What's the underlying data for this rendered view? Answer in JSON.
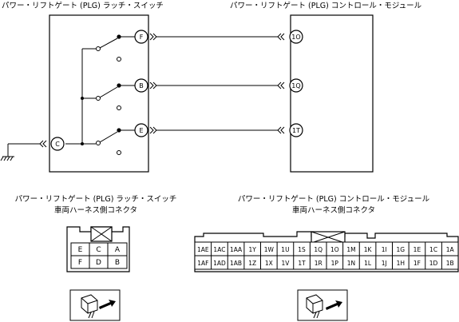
{
  "titles": {
    "switch": "パワー・リフトゲート (PLG) ラッチ・スイッチ",
    "module": "パワー・リフトゲート (PLG) コントロール・モジュール",
    "switch_conn_1": "パワー・リフトゲート (PLG) ラッチ・スイッチ",
    "switch_conn_2": "車両ハーネス側コネクタ",
    "module_conn_1": "パワー・リフトゲート (PLG) コントロール・モジュール",
    "module_conn_2": "車両ハーネス側コネクタ"
  },
  "diagram": {
    "switch_pins": [
      "F",
      "B",
      "E"
    ],
    "ground_pin": "C",
    "module_pins": [
      "1O",
      "1Q",
      "1T"
    ]
  },
  "switch_connector": {
    "row1": [
      "E",
      "C",
      "A"
    ],
    "row2": [
      "F",
      "D",
      "B"
    ]
  },
  "module_connector": {
    "row1": [
      "1AE",
      "1AC",
      "1AA",
      "1Y",
      "1W",
      "1U",
      "1S",
      "1Q",
      "1O",
      "1M",
      "1K",
      "1I",
      "1G",
      "1E",
      "1C",
      "1A"
    ],
    "row2": [
      "1AF",
      "1AD",
      "1AB",
      "1Z",
      "1X",
      "1V",
      "1T",
      "1R",
      "1P",
      "1N",
      "1L",
      "1J",
      "1H",
      "1F",
      "1D",
      "1B"
    ]
  },
  "icons": {
    "connector_view_left": "connector-plug-arrow-icon",
    "connector_view_right": "connector-plug-arrow-icon",
    "ground": "ground-icon"
  }
}
